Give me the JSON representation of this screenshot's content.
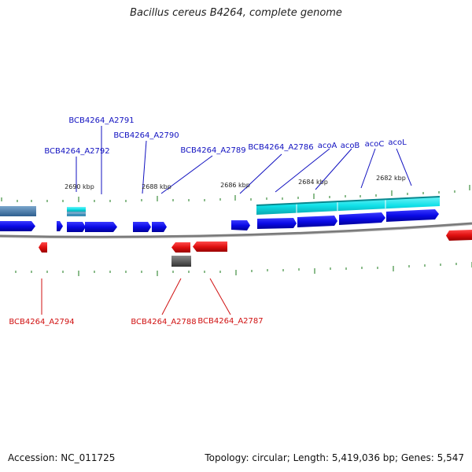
{
  "title": "Bacillus cereus B4264, complete genome",
  "footer": {
    "accession": "Accession: NC_011725",
    "summary": "Topology: circular; Length: 5,419,036 bp; Genes: 5,547"
  },
  "scale_labels": [
    "2690 kbp",
    "2688 kbp",
    "2686 kbp",
    "2684 kbp",
    "2682 kbp"
  ],
  "gene_labels_top": [
    "BCB4264_A2791",
    "BCB4264_A2790",
    "BCB4264_A2792",
    "BCB4264_A2789",
    "BCB4264_A2786",
    "acoA",
    "acoB",
    "acoC",
    "acoL"
  ],
  "gene_labels_bottom": [
    "BCB4264_A2794",
    "BCB4264_A2788",
    "BCB4264_A2787"
  ],
  "colors": {
    "forward_cds": "#0a0ae6",
    "reverse_cds": "#e01010",
    "feature_cyan": "#10e0e8",
    "feature_steel": "#4a7fb0",
    "feature_gray": "#555555",
    "backbone": "#808080",
    "tick": "#1a7a1a",
    "label_top": "#1010c0",
    "label_bottom": "#d01010"
  }
}
